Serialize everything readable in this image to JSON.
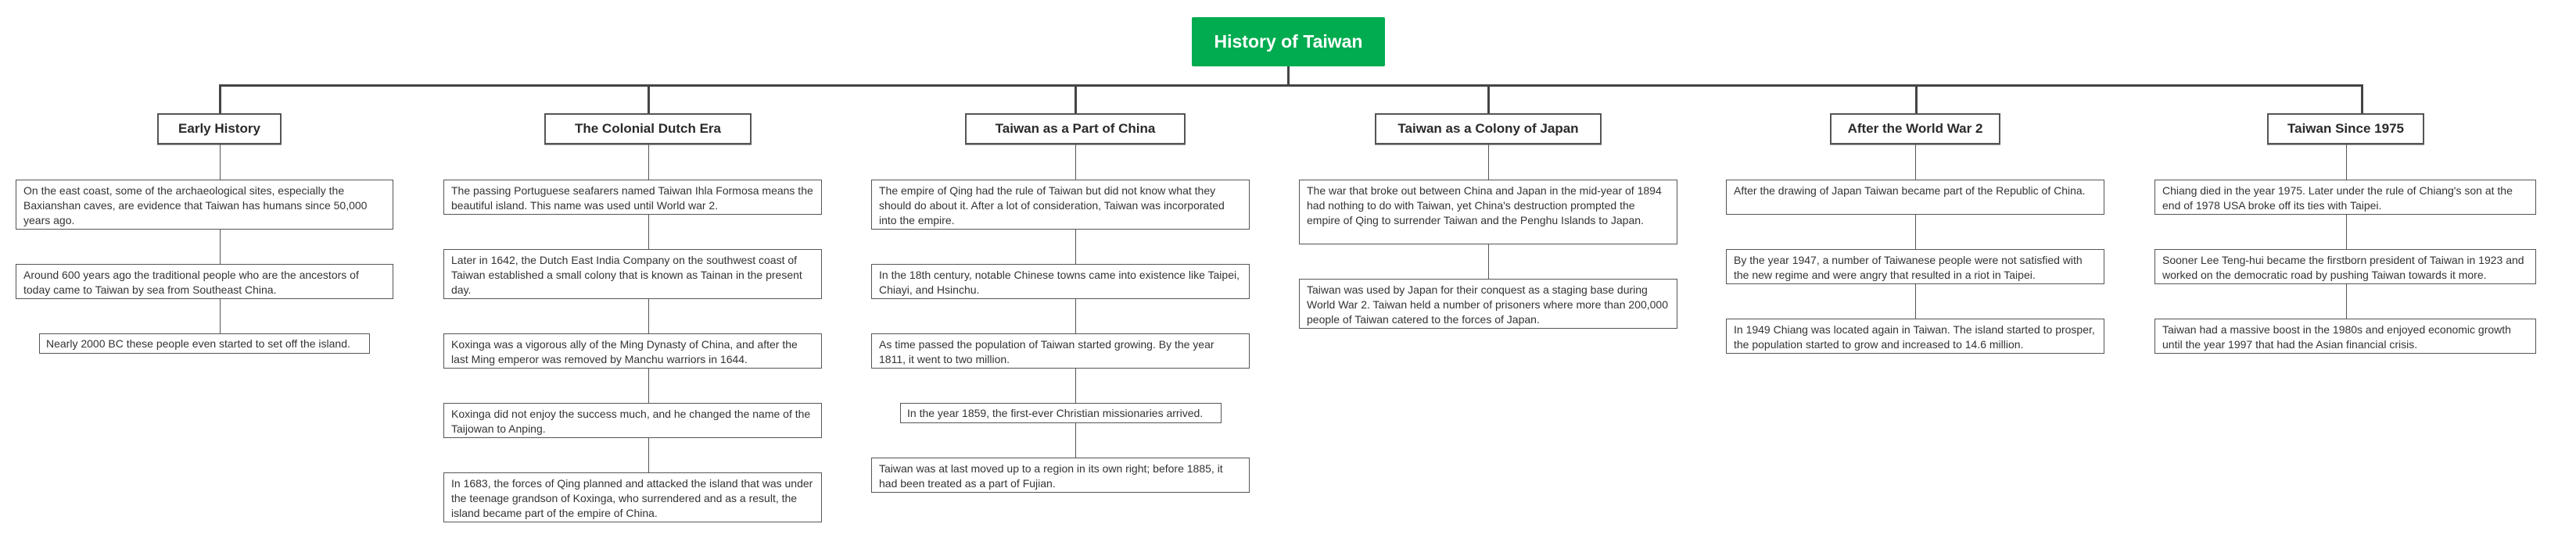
{
  "root": {
    "title": "History of Taiwan",
    "color": "#00AC4F"
  },
  "categories": [
    {
      "title": "Early History",
      "items": [
        "On the east coast, some of the archaeological sites, especially the Baxianshan caves, are evidence that Taiwan has humans since 50,000 years ago.",
        "Around 600 years ago the traditional people who are the ancestors of today came to Taiwan by sea from Southeast China.",
        "Nearly 2000 BC these people even started to set off the island."
      ]
    },
    {
      "title": "The Colonial Dutch Era",
      "items": [
        "The passing Portuguese seafarers named Taiwan Ihla Formosa means the beautiful island. This name was used until World war 2.",
        "Later in 1642, the Dutch East India Company on the southwest coast of Taiwan established a small colony that is known as Tainan in the present day.",
        "Koxinga was a vigorous ally of the Ming Dynasty of China, and after the last Ming emperor was removed by Manchu warriors in 1644.",
        "Koxinga did not enjoy the success much, and he changed the name of the Taijowan to Anping.",
        "In 1683, the forces of Qing planned and attacked the island that was under the teenage grandson of Koxinga, who surrendered and as a result, the island became part of the empire of China."
      ]
    },
    {
      "title": "Taiwan as a Part of China",
      "items": [
        "The empire of Qing had the rule of Taiwan but did not know what they should do about it. After a lot of consideration, Taiwan was incorporated into the empire.",
        "In the 18th century, notable Chinese towns came into existence like Taipei, Chiayi, and Hsinchu.",
        "As time passed the population of Taiwan started growing. By the year 1811, it went to two million.",
        "In the year 1859, the first-ever Christian missionaries arrived.",
        "Taiwan was at last moved up to a region in its own right; before 1885, it had been treated as a part of Fujian."
      ]
    },
    {
      "title": "Taiwan as a Colony of Japan",
      "items": [
        "The war that broke out between China and Japan in the mid-year of 1894 had nothing to do with Taiwan, yet China's destruction prompted the empire of Qing to surrender Taiwan and the Penghu Islands to Japan.",
        "Taiwan was used by Japan for their conquest as a staging base during World War 2. Taiwan held a number of prisoners where more than 200,000 people of Taiwan catered to the forces of Japan."
      ]
    },
    {
      "title": "After the World War 2",
      "items": [
        "After the drawing of Japan Taiwan became part of the Republic of China.",
        "By the year 1947, a number of Taiwanese people were not satisfied with the new regime and were angry that resulted in a riot in Taipei.",
        "In 1949 Chiang was located again in Taiwan. The island started to prosper, the population started to grow and increased to 14.6 million."
      ]
    },
    {
      "title": "Taiwan Since 1975",
      "items": [
        "Chiang died in the year 1975. Later under the rule of Chiang's son at the end of 1978 USA broke off its ties with Taipei.",
        "Sooner Lee Teng-hui became the firstborn president of Taiwan in 1923 and worked on the democratic road by pushing Taiwan towards it more.",
        "Taiwan had a massive boost in the 1980s and enjoyed economic growth until the year 1997 that had the Asian financial crisis."
      ]
    }
  ]
}
